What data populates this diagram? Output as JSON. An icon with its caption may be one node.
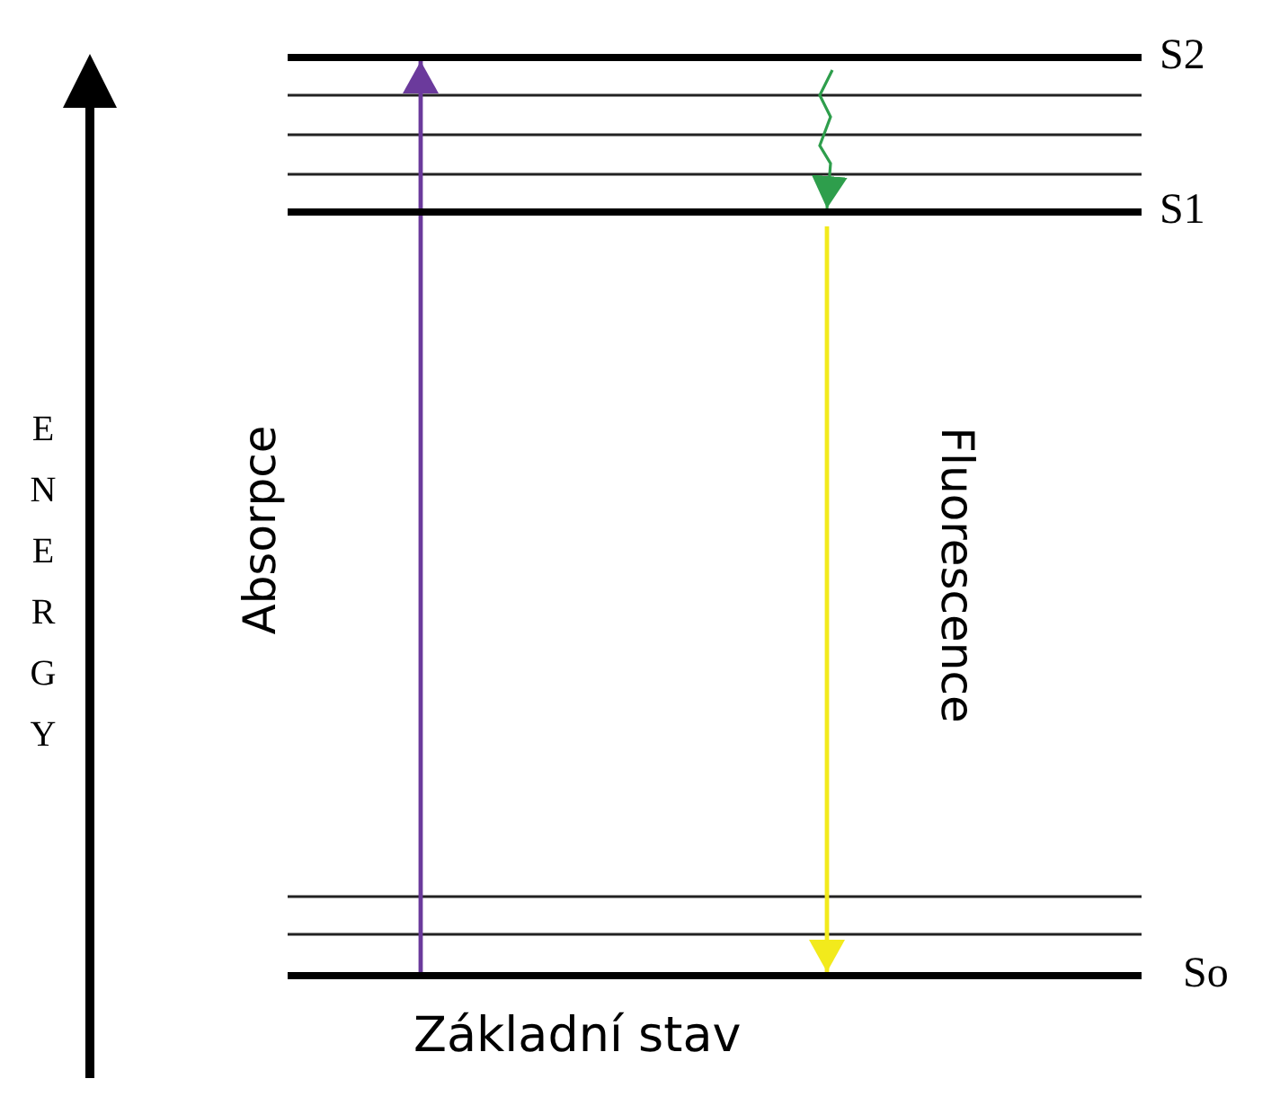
{
  "diagram": {
    "nodes": [
      {
        "text": [],
        "shape": "bar",
        "beside": [
          "S2"
        ]
      },
      {
        "text": [],
        "shape": "bar",
        "beside": [
          "S1"
        ]
      },
      {
        "text": [],
        "shape": "bar",
        "beside": [
          "So"
        ]
      }
    ],
    "edges": [
      {
        "from": 2,
        "to": 0,
        "arrow": "to",
        "label": "Absorpce",
        "color": "#6b3a9c"
      },
      {
        "from": 0,
        "to": 1,
        "arrow": "to",
        "color": "#2e9e4c"
      },
      {
        "from": 1,
        "to": 2,
        "arrow": "to",
        "label": "Fluorescence",
        "color": "#f2ea1c"
      }
    ],
    "labels": [
      "ENERGY",
      "Základní stav"
    ]
  }
}
